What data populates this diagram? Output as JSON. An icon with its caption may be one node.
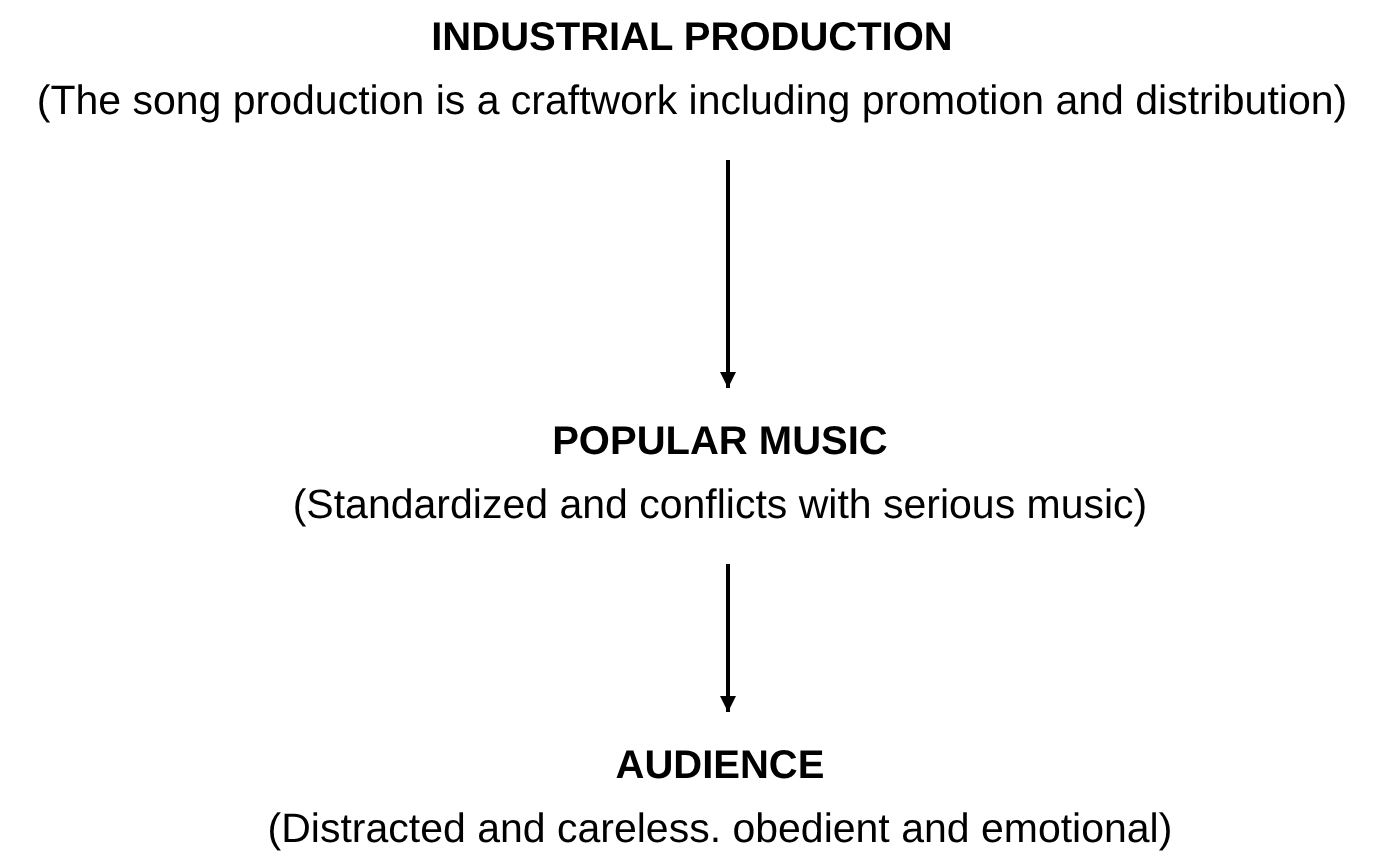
{
  "diagram": {
    "nodes": [
      {
        "text": [
          "INDUSTRIAL PRODUCTION",
          "(The song production is a craftwork including promotion and distribution)"
        ]
      },
      {
        "text": [
          "POPULAR MUSIC",
          "(Standardized and conflicts with serious music)"
        ]
      },
      {
        "text": [
          "AUDIENCE",
          "(Distracted and careless. obedient and emotional)"
        ]
      }
    ],
    "edges": [
      {
        "from": 0,
        "to": 1,
        "arrow": "to"
      },
      {
        "from": 1,
        "to": 2,
        "arrow": "to"
      }
    ]
  }
}
